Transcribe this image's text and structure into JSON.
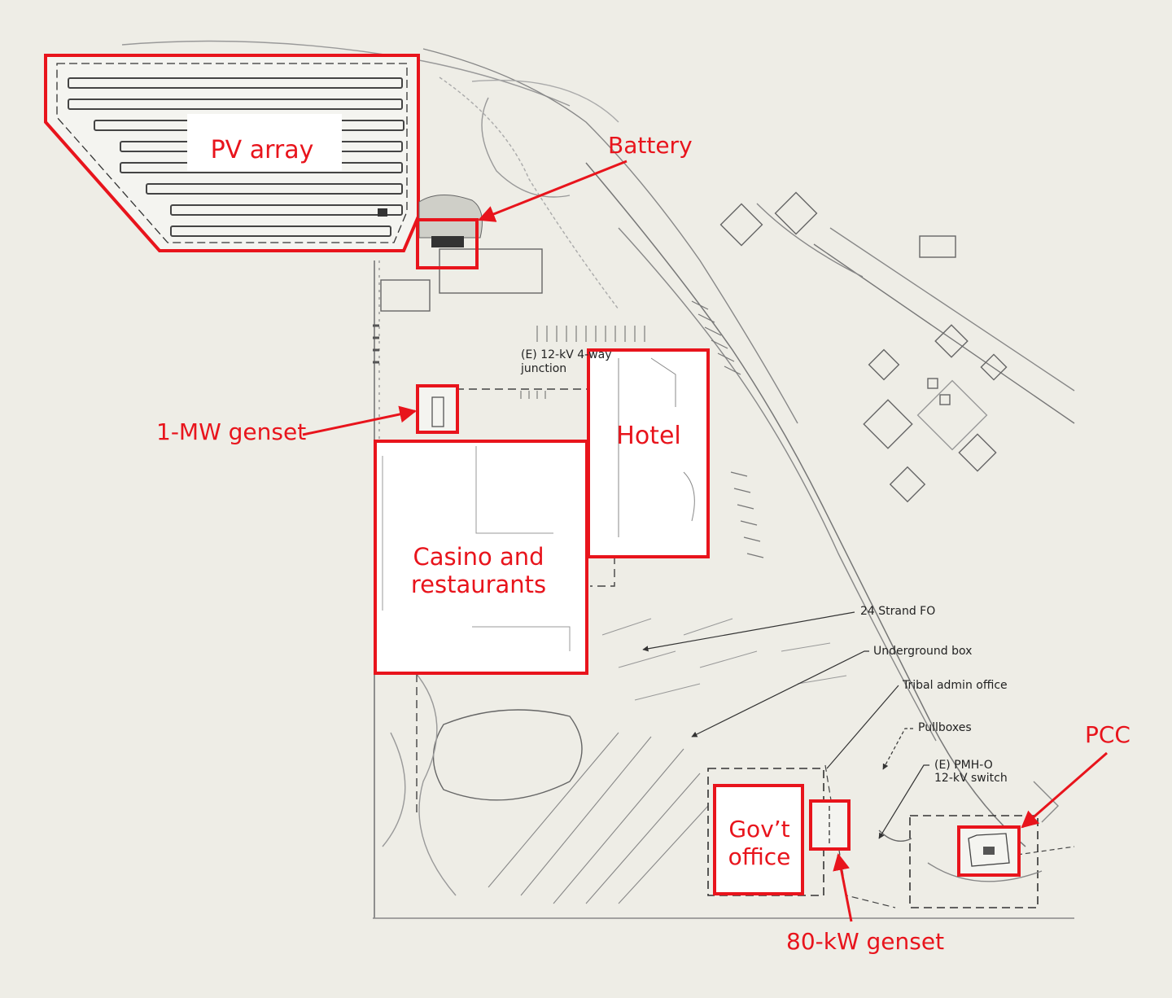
{
  "colors": {
    "background": "#eeede6",
    "highlight": "#e8141c",
    "linework": "#555555"
  },
  "components": {
    "pv_array": "PV array",
    "battery": "Battery",
    "genset_1mw": "1-MW genset",
    "hotel": "Hotel",
    "casino_line1": "Casino and",
    "casino_line2": "restaurants",
    "govt_office_line1": "Gov’t",
    "govt_office_line2": "office",
    "genset_80kw": "80-kW genset",
    "pcc": "PCC"
  },
  "callouts": {
    "junction_line1": "(E) 12-kV 4-way",
    "junction_line2": "junction",
    "fiber": "24 Strand FO",
    "underground_box": "Underground box",
    "tribal_admin": "Tribal admin office",
    "pullboxes": "Pullboxes",
    "pmh_line1": "(E) PMH-O",
    "pmh_line2": "12-kV switch"
  }
}
